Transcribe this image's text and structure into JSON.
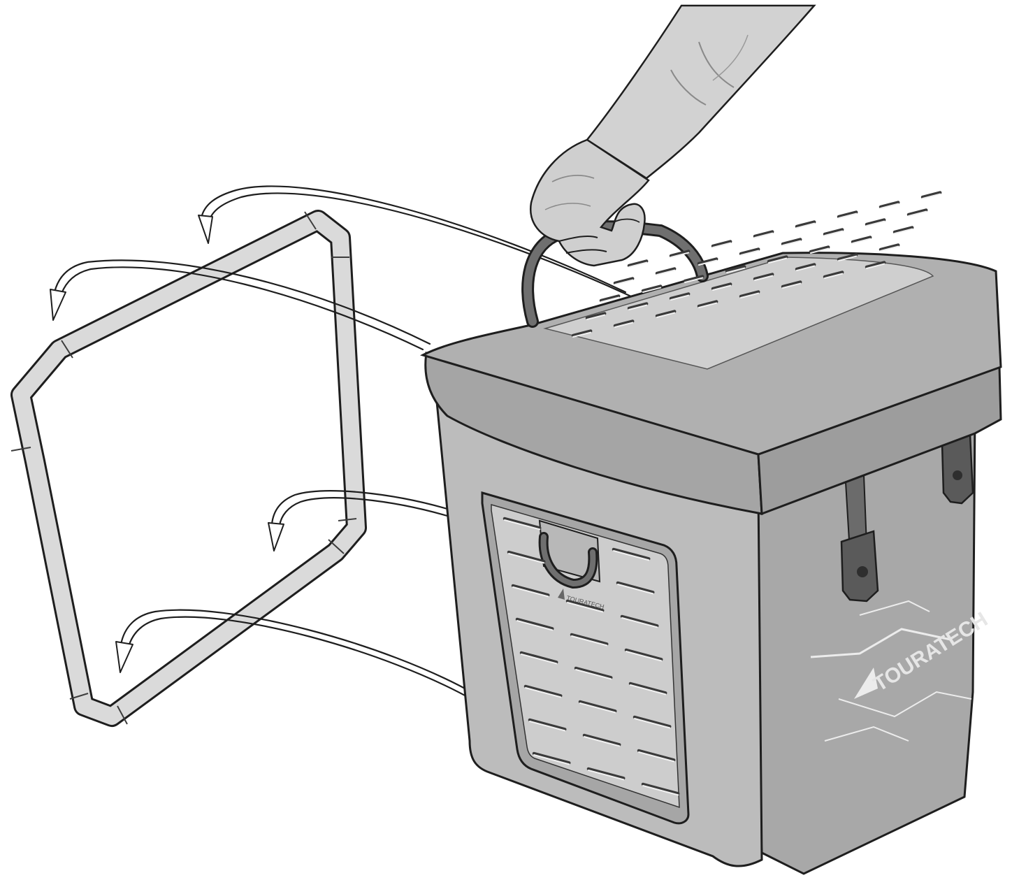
{
  "illustration": {
    "brand_side": "TOURATECH",
    "brand_pocket": "TOURATECH",
    "colors": {
      "bag_body": "#b7b7b7",
      "bag_lid": "#a9a9a9",
      "panel": "#c9c9c9",
      "frame_tube": "#dadada",
      "outline": "#1e1e1e",
      "straps": "#6b6b6b"
    },
    "icons": [
      "hand",
      "mounting-frame",
      "pannier-bag",
      "carry-handle",
      "strap-buckle",
      "d-ring",
      "curved-arrow"
    ]
  }
}
